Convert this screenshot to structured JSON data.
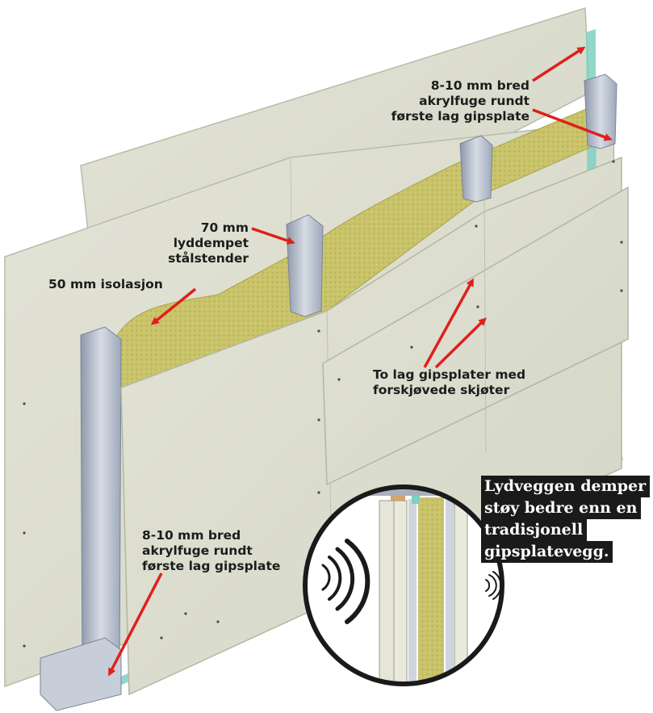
{
  "labels": {
    "top_joint": [
      "8-10 mm bred",
      "akrylfuge rundt",
      "første lag gipsplate"
    ],
    "stud": [
      "70 mm",
      "lyddempet",
      "stålstender"
    ],
    "insulation": [
      "50 mm isolasjon"
    ],
    "layers": [
      "To lag gipsplater med",
      "forskjøvede skjøter"
    ],
    "bottom_joint": [
      "8-10 mm bred",
      "akrylfuge rundt",
      "første lag gipsplate"
    ]
  },
  "callout": [
    "Lydveggen demper",
    "støy bedre enn en",
    "tradisjonell",
    "gipsplatevegg."
  ],
  "colors": {
    "board": "#dfe0d2",
    "board_edge": "#b9bba9",
    "insulation": "#c9c46a",
    "steel": "#b3bccb",
    "arrow": "#e0201b",
    "joint": "#7fd0c0",
    "callout_bg": "#1a1a1a"
  },
  "icons": [
    "sound-waves-loud-icon",
    "sound-waves-quiet-icon"
  ]
}
